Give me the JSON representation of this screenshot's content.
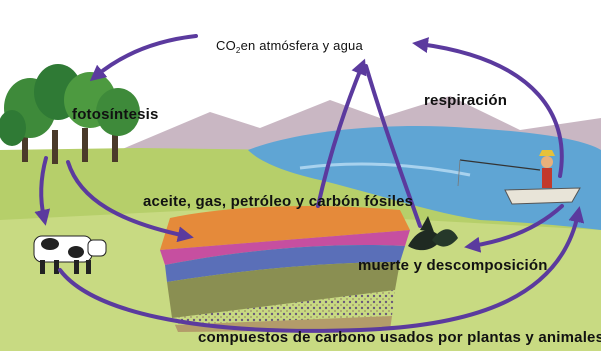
{
  "diagram": {
    "title_co2_prefix": "CO",
    "title_co2_sub": "2",
    "title_co2_rest": "en atmósfera y agua",
    "photosynthesis": "fotosíntesis",
    "respiration": "respiración",
    "fossil_fuels": "aceite, gas, petróleo y carbón fósiles",
    "death_decomposition": "muerte y descomposición",
    "carbon_compounds": "compuestos de carbono usados por plantas y animales"
  },
  "colors": {
    "arrow": "#5b3a9e",
    "sky": "#ffffff",
    "water": "#5fa5d4",
    "grass": "#b6cf6a",
    "tree": "#3e8a3a"
  },
  "icons": [
    "tree-icon",
    "cow-icon",
    "fisherman-icon",
    "bird-icon",
    "rock-strata-icon"
  ]
}
